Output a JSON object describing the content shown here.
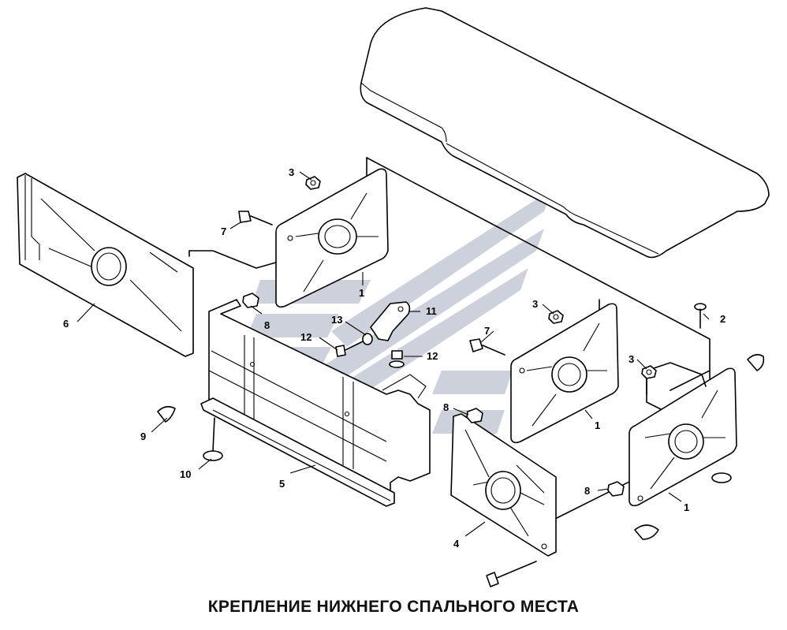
{
  "caption": "КРЕПЛЕНИЕ НИЖНЕГО СПАЛЬНОГО МЕСТА",
  "callouts": [
    {
      "id": "1",
      "text": "1"
    },
    {
      "id": "2",
      "text": "2"
    },
    {
      "id": "3",
      "text": "3"
    },
    {
      "id": "4",
      "text": "4"
    },
    {
      "id": "5",
      "text": "5"
    },
    {
      "id": "6",
      "text": "6"
    },
    {
      "id": "7",
      "text": "7"
    },
    {
      "id": "8",
      "text": "8"
    },
    {
      "id": "9",
      "text": "9"
    },
    {
      "id": "10",
      "text": "10"
    },
    {
      "id": "11",
      "text": "11"
    },
    {
      "id": "12",
      "text": "12"
    },
    {
      "id": "13",
      "text": "13"
    }
  ],
  "colors": {
    "line": "#000000",
    "watermark": "#b9bfce",
    "background": "#ffffff"
  }
}
